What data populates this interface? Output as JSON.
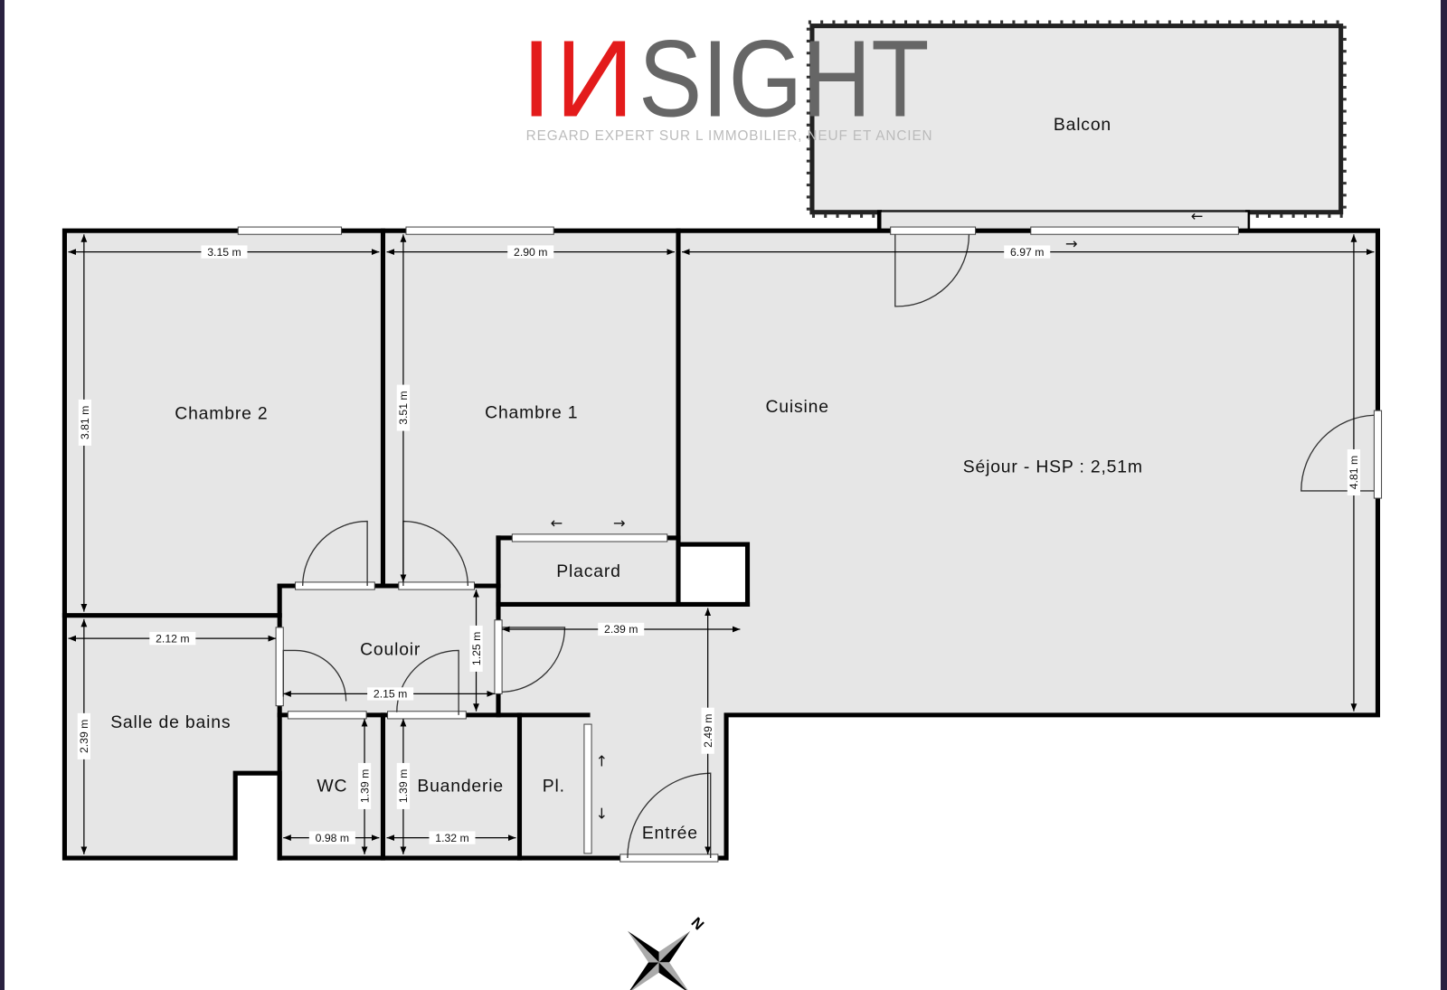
{
  "logo": {
    "brand": "INSIGHT",
    "brand_part_red_1": "I",
    "brand_part_red_2": "N",
    "brand_part_gray": "SIGHT",
    "tagline": "REGARD EXPERT SUR L IMMOBILIER, NEUF ET ANCIEN",
    "colors": {
      "red": "#e31b1b",
      "gray": "#666666"
    }
  },
  "rooms": {
    "balcon": "Balcon",
    "chambre2": "Chambre 2",
    "chambre1": "Chambre 1",
    "cuisine": "Cuisine",
    "sejour": "Séjour - HSP : 2,51m",
    "placard": "Placard",
    "couloir": "Couloir",
    "salle_de_bains": "Salle de bains",
    "wc": "WC",
    "buanderie": "Buanderie",
    "pl": "Pl.",
    "entree": "Entrée"
  },
  "dimensions": {
    "chambre2_width": "3.15 m",
    "chambre1_width": "2.90 m",
    "sejour_width": "6.97 m",
    "chambre2_depth": "3.81 m",
    "chambre1_depth": "3.51 m",
    "sejour_depth": "4.81 m",
    "sdb_width": "2.12 m",
    "sdb_depth": "2.39 m",
    "couloir_width": "2.15 m",
    "couloir_depth": "1.25 m",
    "entree_width": "2.39 m",
    "entree_depth": "2.49 m",
    "wc_depth": "1.39 m",
    "buanderie_depth": "1.39 m",
    "wc_width": "0.98 m",
    "buanderie_width": "1.32 m"
  },
  "compass": {
    "north_label": "N",
    "icon": "compass-rose-icon"
  },
  "colors": {
    "floor": "#e6e6e6",
    "wall": "#000000",
    "frame": "#2a2140"
  }
}
